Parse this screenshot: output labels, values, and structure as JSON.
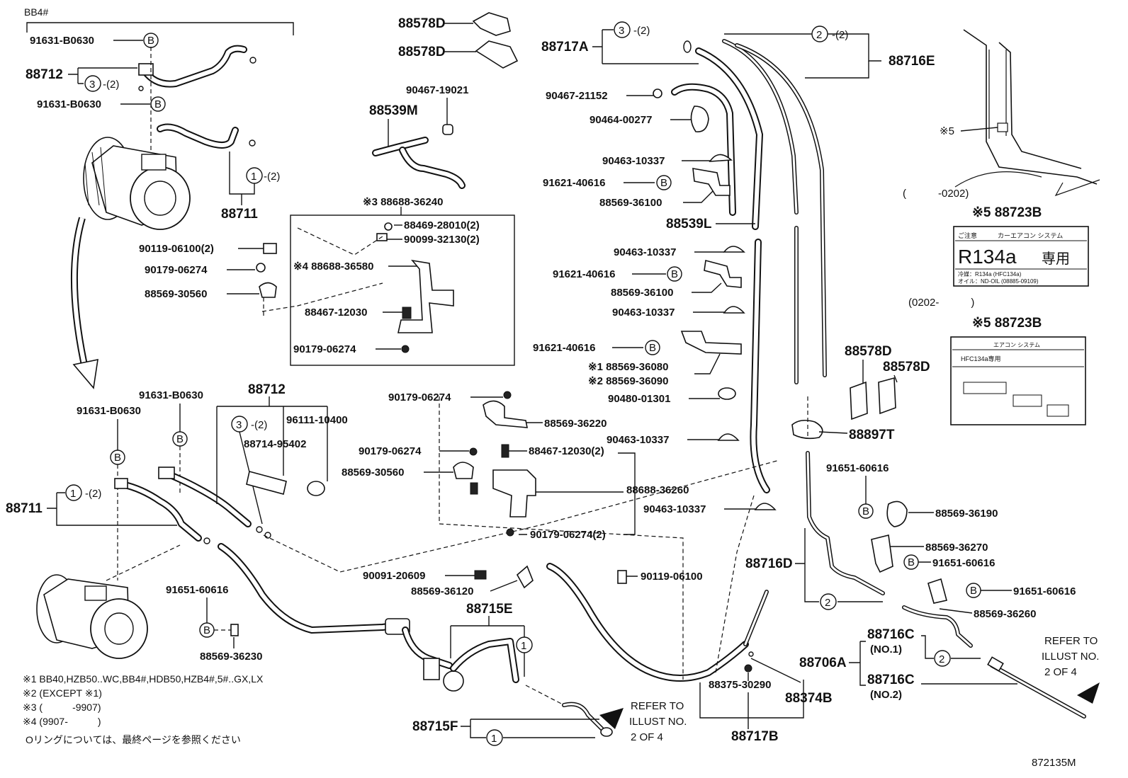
{
  "diagram": {
    "illust_id": "872135M",
    "group_label": "BB4#",
    "parts": {
      "p91631_a": "91631-B0630",
      "p88712_top": "88712",
      "o_ring_3_qty": "-(2)",
      "p91631_b": "91631-B0630",
      "o_ring_1_qty": "-(2)",
      "p88711_top": "88711",
      "p90119_06100_2": "90119-06100(2)",
      "p90179_06274_a": "90179-06274",
      "p88569_30560_a": "88569-30560",
      "p88578D_1": "88578D",
      "p88578D_2": "88578D",
      "p90467_19021": "90467-19021",
      "p88539M": "88539M",
      "p88688_36240": "※3 88688-36240",
      "p88469_28010": "88469-28010(2)",
      "p90099_32130": "90099-32130(2)",
      "p88688_36580": "※4 88688-36580",
      "p88467_12030_a": "88467-12030",
      "p90179_06274_b": "90179-06274",
      "p88717A": "88717A",
      "o_ring_3_qty_b": "-(2)",
      "o_ring_2_qty": "-(2)",
      "p88716E": "88716E",
      "p90467_21152": "90467-21152",
      "p90464_00277": "90464-00277",
      "p90463_10337_a": "90463-10337",
      "p91621_40616_a": "91621-40616",
      "p88569_36100_a": "88569-36100",
      "p88539L": "88539L",
      "p90463_10337_b": "90463-10337",
      "p91621_40616_b": "91621-40616",
      "p88569_36100_b": "88569-36100",
      "p90463_10337_c": "90463-10337",
      "p91621_40616_c": "91621-40616",
      "p88569_36080": "※1 88569-36080",
      "p88569_36090": "※2 88569-36090",
      "p90480_01301": "90480-01301",
      "p90463_10337_d": "90463-10337",
      "p88688_36260": "88688-36260",
      "p90463_10337_e": "90463-10337",
      "p90179_06274_2": "90179-06274(2)",
      "p90119_06100": "90119-06100",
      "p88578D_3": "88578D",
      "p88578D_4": "88578D",
      "p88897T": "88897T",
      "p91651_60616_a": "91651-60616",
      "p88569_36190": "88569-36190",
      "p88569_36270": "88569-36270",
      "p91651_60616_b": "91651-60616",
      "p91651_60616_c": "91651-60616",
      "p88569_36260": "88569-36260",
      "p88716D": "88716D",
      "p88716C_1": "88716C",
      "no1": "(NO.1)",
      "p88706A": "88706A",
      "p88716C_2": "88716C",
      "no2": "(NO.2)",
      "refer_right_1": "REFER TO",
      "refer_right_2": "ILLUST NO.",
      "refer_right_3": "2 OF 4",
      "p91631_c": "91631-B0630",
      "p91631_d": "91631-B0630",
      "p88712_mid": "88712",
      "p96111_10400": "96111-10400",
      "p88714_95402": "88714-95402",
      "p88711_mid": "88711",
      "p90179_06274_c": "90179-06274",
      "p88569_36220": "88569-36220",
      "p90179_06274_d": "90179-06274",
      "p88467_12030_2": "88467-12030(2)",
      "p88569_30560_b": "88569-30560",
      "p90091_20609": "90091-20609",
      "p88569_36120": "88569-36120",
      "p88715E": "88715E",
      "p91651_60616_d": "91651-60616",
      "p88569_36230": "88569-36230",
      "p88375_30290": "88375-30290",
      "p88374B": "88374B",
      "p88717B": "88717B",
      "p88715F": "88715F",
      "refer_mid_1": "REFER TO",
      "refer_mid_2": "ILLUST NO.",
      "refer_mid_3": "2 OF 4",
      "p5_mark": "※5",
      "label_a_range": "(　　　-0202)",
      "label_a_part": "※5 88723B",
      "label_b_range": "(0202-　　　)",
      "label_b_part": "※5 88723B",
      "label_a_title1": "ご注意",
      "label_a_title2": "カーエアコン システム",
      "label_a_big": "R134a",
      "label_a_big2": "専用",
      "label_a_line1": "冷媒：R134a (HFC134a)",
      "label_a_line2": "オイル：ND-OIL (08885-09109)",
      "label_b_title": "エアコン システム",
      "label_b_line": "HFC134a専用"
    },
    "circle_refs": {
      "one": "1",
      "two": "2",
      "three": "3",
      "b": "B"
    },
    "notes": [
      "※1 BB40,HZB50..WC,BB4#,HDB50,HZB4#,5#..GX,LX",
      "※2 (EXCEPT ※1)",
      "※3 (　　　-9907)",
      "※4 (9907-　　　)",
      "Oリングについては、最終ページを参照ください"
    ]
  }
}
